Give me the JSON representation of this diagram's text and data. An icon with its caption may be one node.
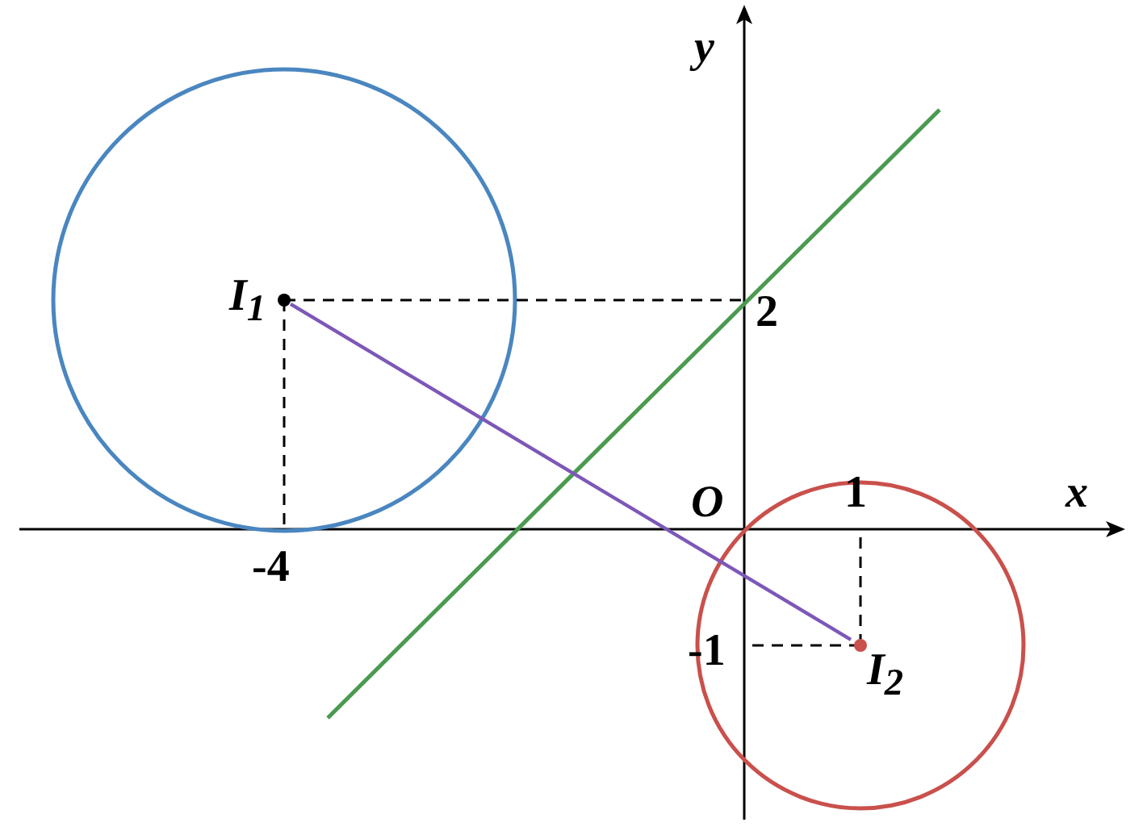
{
  "diagram": {
    "nodes": [
      {
        "text": [
          "I$_{1}$"
        ]
      },
      {
        "text": [
          "I$_{2}$"
        ]
      }
    ],
    "edges": [
      {
        "from": 0,
        "to": 1,
        "arrow": "none"
      }
    ],
    "labels": [
      "y",
      "x",
      "O",
      "2",
      "1",
      "-4",
      "-1"
    ]
  }
}
